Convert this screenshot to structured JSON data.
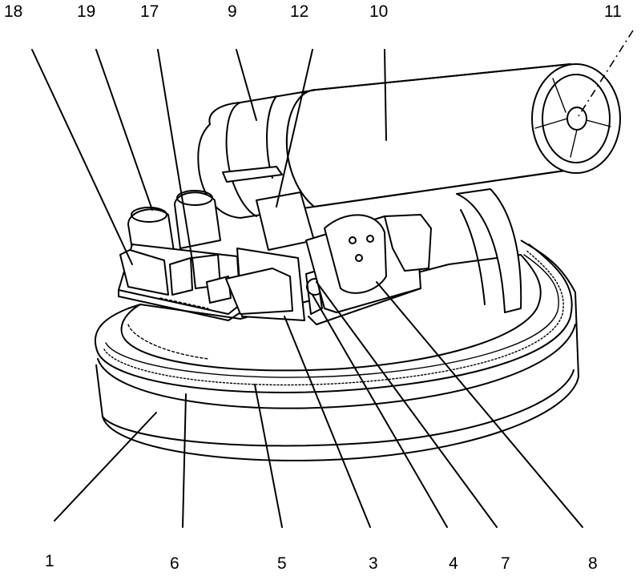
{
  "figure": {
    "labels": [
      {
        "id": "label-18",
        "text": "18"
      },
      {
        "id": "label-19",
        "text": "19"
      },
      {
        "id": "label-17",
        "text": "17"
      },
      {
        "id": "label-9",
        "text": "9"
      },
      {
        "id": "label-12",
        "text": "12"
      },
      {
        "id": "label-10",
        "text": "10"
      },
      {
        "id": "label-11",
        "text": "11"
      },
      {
        "id": "label-1",
        "text": "1"
      },
      {
        "id": "label-6",
        "text": "6"
      },
      {
        "id": "label-5",
        "text": "5"
      },
      {
        "id": "label-3",
        "text": "3"
      },
      {
        "id": "label-4",
        "text": "4"
      },
      {
        "id": "label-7",
        "text": "7"
      },
      {
        "id": "label-8",
        "text": "8"
      }
    ]
  }
}
